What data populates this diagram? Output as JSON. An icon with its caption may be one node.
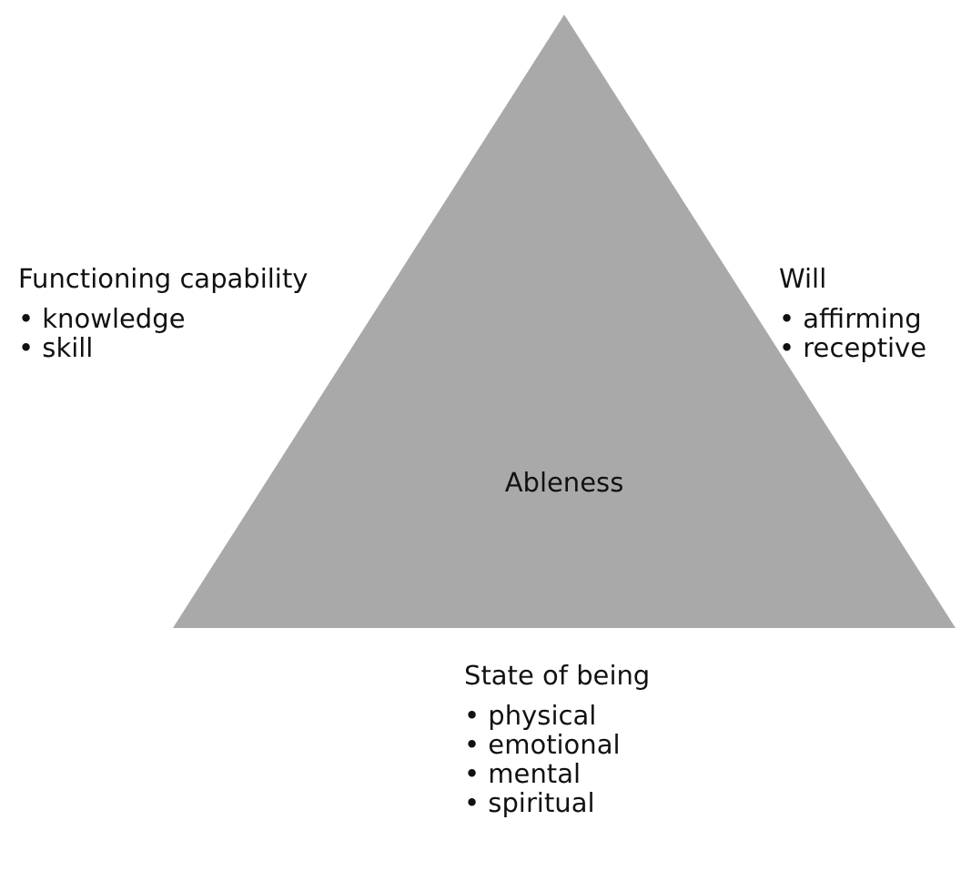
{
  "diagram": {
    "nodes": [
      {
        "text": [
          "Ableness"
        ]
      }
    ],
    "labels": [
      "Functioning capability",
      "• knowledge",
      "• skill",
      "Will",
      "• affirming",
      "• receptive",
      "State of being",
      "• physical",
      "• emotional",
      "• mental",
      "• spiritual"
    ]
  }
}
